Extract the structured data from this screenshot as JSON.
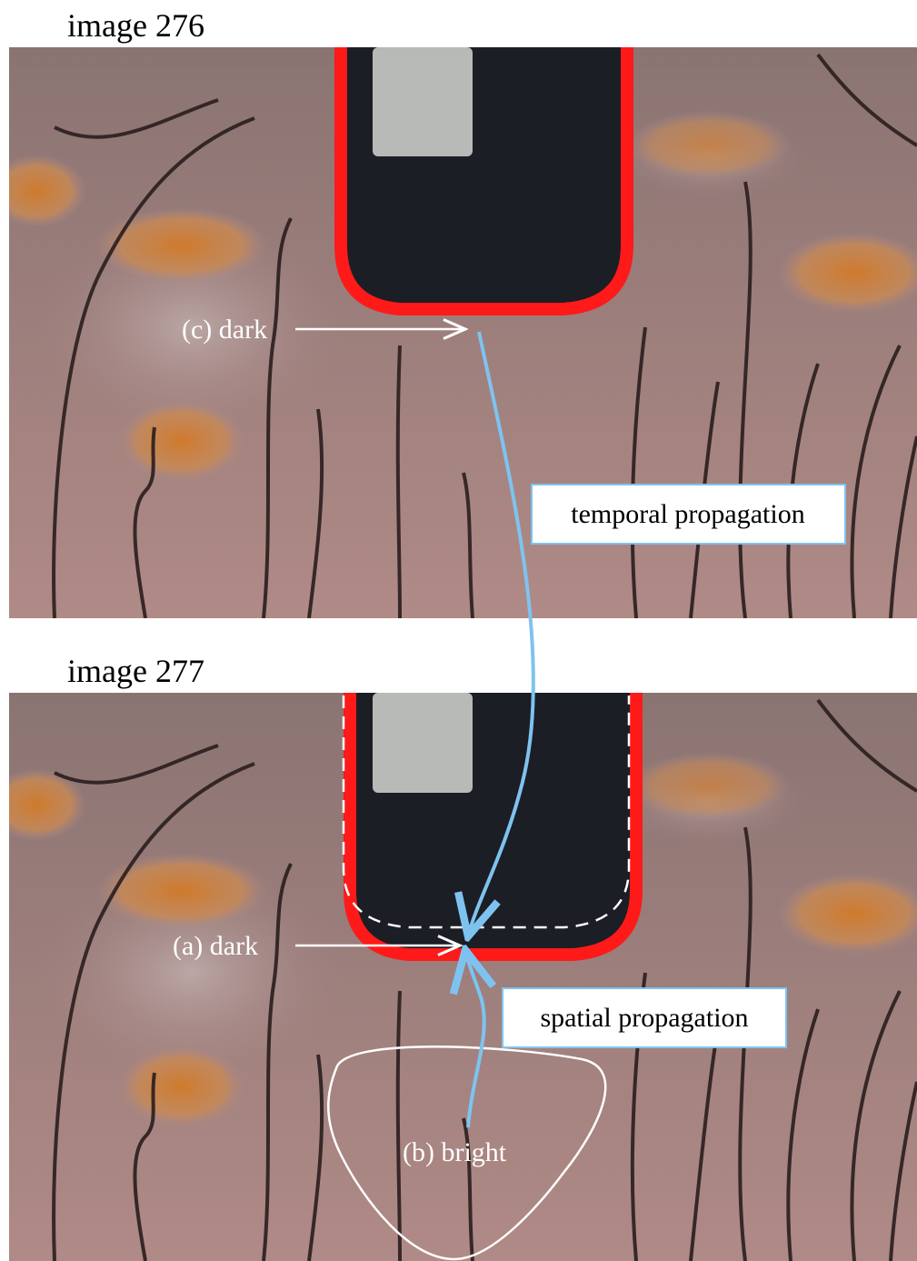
{
  "panels": [
    {
      "caption": "image 276"
    },
    {
      "caption": "image 277"
    }
  ],
  "annotations": {
    "c_dark": "(c) dark",
    "a_dark": "(a) dark",
    "b_bright": "(b) bright",
    "temporal": "temporal propagation",
    "spatial": "spatial propagation"
  },
  "colors": {
    "contour": "#ff1a1a",
    "propagation_arrow": "#7ec3f0",
    "box_border": "#7ec3f0",
    "background_tint": "#9b7f7c"
  }
}
